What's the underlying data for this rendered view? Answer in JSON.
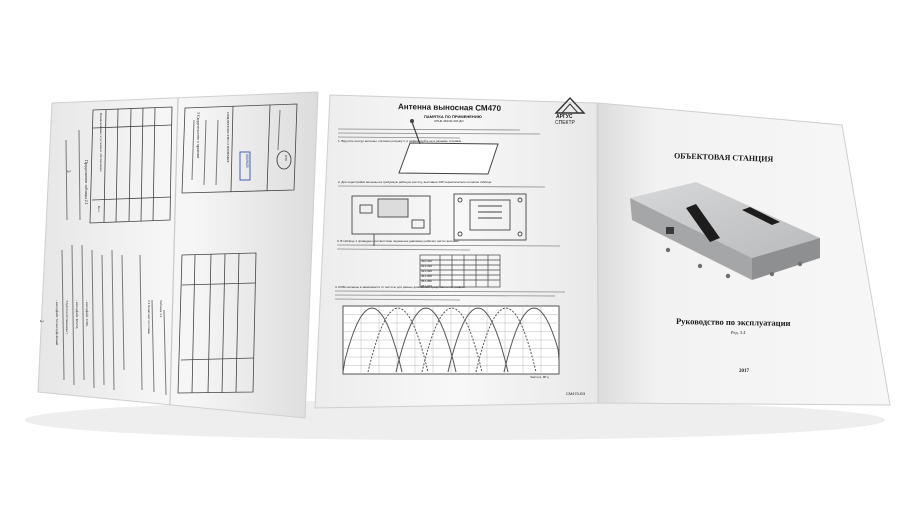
{
  "left_booklet": {
    "page_number": "3",
    "page_number_lower": "2",
    "table_caption": "Продолжение таблицы 2.1",
    "column_headers": [
      "Наименование и условное обозначение",
      "Кол."
    ],
    "lines_lower": [
      "- интерфейс S2 интерфейсный",
      "\"Оргтехсобственника\";",
      "- интерфейс RS232;",
      "- интерфейс USB;",
      "2.1 Комплект поставки",
      "Таблица 2.1"
    ],
    "acceptance_title": "3 Свидетельство о приемке",
    "acceptance_subtitle": "СВИДЕТЕЛЬСТВО О ПРИЕМКЕ",
    "otk_stamp": "ОТК",
    "serial_stamp": "0009625"
  },
  "middle_sheet": {
    "title": "Антенна выносная СМ470",
    "subtitle": "ПАМЯТКА ПО ПРИМЕНЕНИЮ",
    "doc_code": "СПНК.464111.004 ДО",
    "brand_top": "АРГУС",
    "brand_bottom": "СПЕКТР",
    "step1": "1. Вкрутите контур антенны, согласно рисунку 1, и зафиксируйте её в разъёме отправки.",
    "step2": "2. Для перестройки антенны на требуемую рабочую частоту, выставьте DIP переключатели согласно таблице.",
    "step3": "3. В таблице 1 приведено соответствие перемычек диапазону рабочих частот антенны.",
    "step4": "4. КСВН антенны в зависимости от частоты для разных диапазонов представлен на графике.",
    "footer_code": "СМ470-В3",
    "chart_x_unit": "Частота, МГц",
    "table_rows": [
      "410-420",
      "421-430",
      "431-440",
      "441-450",
      "451-460",
      "461-470"
    ]
  },
  "right_booklet": {
    "title": "ОБЪЕКТОВАЯ СТАНЦИЯ",
    "manual_title": "Руководство по эксплуатации",
    "revision": "Ред. 3.4",
    "year": "2017"
  },
  "colors": {
    "paper": "#f4f4f4",
    "paper_shadow": "#d8d8d8",
    "device_top": "#c9cacc",
    "device_side": "#9fa0a2",
    "device_slot": "#1c1c1c",
    "chart_line": "#555555"
  }
}
